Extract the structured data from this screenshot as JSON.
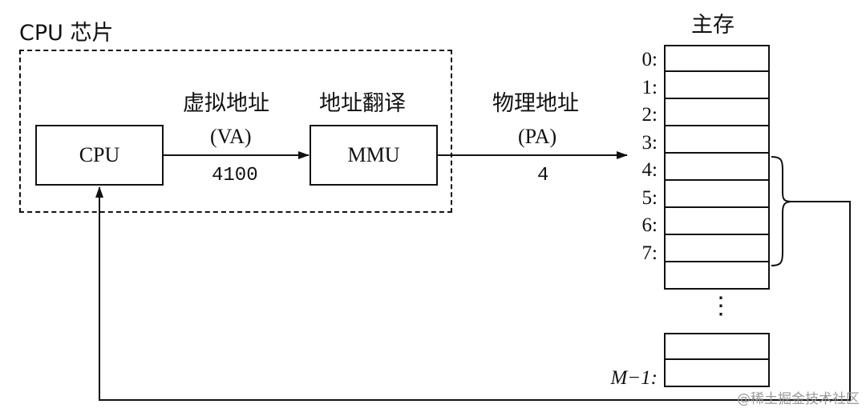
{
  "chip": {
    "title": "CPU 芯片"
  },
  "cpu": {
    "label": "CPU"
  },
  "mmu": {
    "label": "MMU",
    "caption": "地址翻译"
  },
  "va": {
    "label": "虚拟地址",
    "abbr": "(VA)",
    "value": "4100"
  },
  "pa": {
    "label": "物理地址",
    "abbr": "(PA)",
    "value": "4"
  },
  "memory": {
    "title": "主存",
    "addresses": [
      "0:",
      "1:",
      "2:",
      "3:",
      "4:",
      "5:",
      "6:",
      "7:"
    ],
    "ellipsis": "⋮",
    "last_address": "M−1:"
  },
  "watermark": "@稀土掘金技术社区"
}
